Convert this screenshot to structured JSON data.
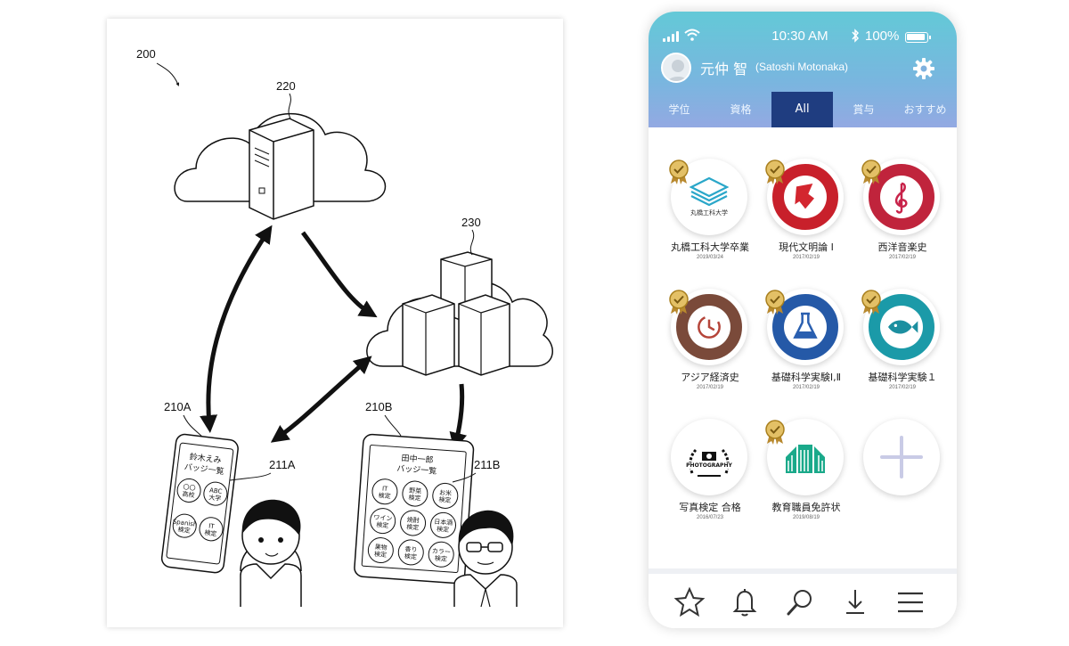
{
  "figure": {
    "ref_system": "200",
    "ref_server": "220",
    "ref_cloud": "230",
    "ref_phone_a": "210A",
    "ref_phone_b": "210B",
    "ref_screen_a": "211A",
    "ref_screen_b": "211B",
    "phone_a": {
      "title_1": "鈴木えみ",
      "title_2": "バッジ一覧",
      "badges": [
        [
          "〇〇",
          "高校"
        ],
        [
          "ABC",
          "大学"
        ],
        [
          "Spanish",
          "検定"
        ],
        [
          "IT",
          "検定"
        ]
      ]
    },
    "phone_b": {
      "title_1": "田中一郎",
      "title_2": "バッジ一覧",
      "badges": [
        [
          "IT",
          "検定"
        ],
        [
          "野菜",
          "検定"
        ],
        [
          "お米",
          "検定"
        ],
        [
          "ワイン",
          "検定"
        ],
        [
          "焼酎",
          "検定"
        ],
        [
          "日本酒",
          "検定"
        ],
        [
          "果物",
          "検定"
        ],
        [
          "香り",
          "検定"
        ],
        [
          "カラー",
          "検定"
        ]
      ]
    }
  },
  "phone": {
    "status": {
      "time": "10:30 AM",
      "battery": "100%"
    },
    "user": {
      "name": "元仲 智",
      "name_roman": "(Satoshi Motonaka)"
    },
    "tabs": [
      {
        "label": "学位"
      },
      {
        "label": "資格"
      },
      {
        "label": "All"
      },
      {
        "label": "賞与"
      },
      {
        "label": "おすすめ"
      }
    ],
    "active_tab": "All",
    "badges": [
      {
        "name": "丸橋工科大学卒業",
        "date": "2019/03/24",
        "ring": "#ffffff",
        "accent": "#2aa7c9",
        "medal": true,
        "emblem_text": "丸橋工科大学"
      },
      {
        "name": "現代文明論 Ⅰ",
        "date": "2017/02/19",
        "ring": "#c8202b",
        "accent": "#d3262f",
        "medal": true
      },
      {
        "name": "西洋音楽史",
        "date": "2017/02/19",
        "ring": "#c0243c",
        "accent": "#c8234a",
        "medal": true
      },
      {
        "name": "アジア経済史",
        "date": "2017/02/19",
        "ring": "#7a4a3a",
        "accent": "#b5453a",
        "medal": true
      },
      {
        "name": "基礎科学実験Ⅰ,Ⅱ",
        "date": "2017/02/19",
        "ring": "#2559a7",
        "accent": "#2a5fb0",
        "medal": true
      },
      {
        "name": "基礎科学実験１",
        "date": "2017/02/19",
        "ring": "#1b9aa8",
        "accent": "#1c8fa0",
        "medal": true
      },
      {
        "name": "写真検定 合格",
        "date": "2016/07/23",
        "ring": "#ffffff",
        "accent": "#111111",
        "medal": false,
        "emblem_text": "PHOTOGRAPHY"
      },
      {
        "name": "教育職員免許状",
        "date": "2019/08/19",
        "ring": "#ffffff",
        "accent": "#1aa98a",
        "medal": true
      },
      {
        "name": "",
        "date": "",
        "ring": "#ffffff",
        "accent": "#c9cbe6",
        "medal": false,
        "add": true
      }
    ],
    "nav": [
      "star-icon",
      "bell-icon",
      "search-icon",
      "download-icon",
      "menu-icon"
    ]
  }
}
